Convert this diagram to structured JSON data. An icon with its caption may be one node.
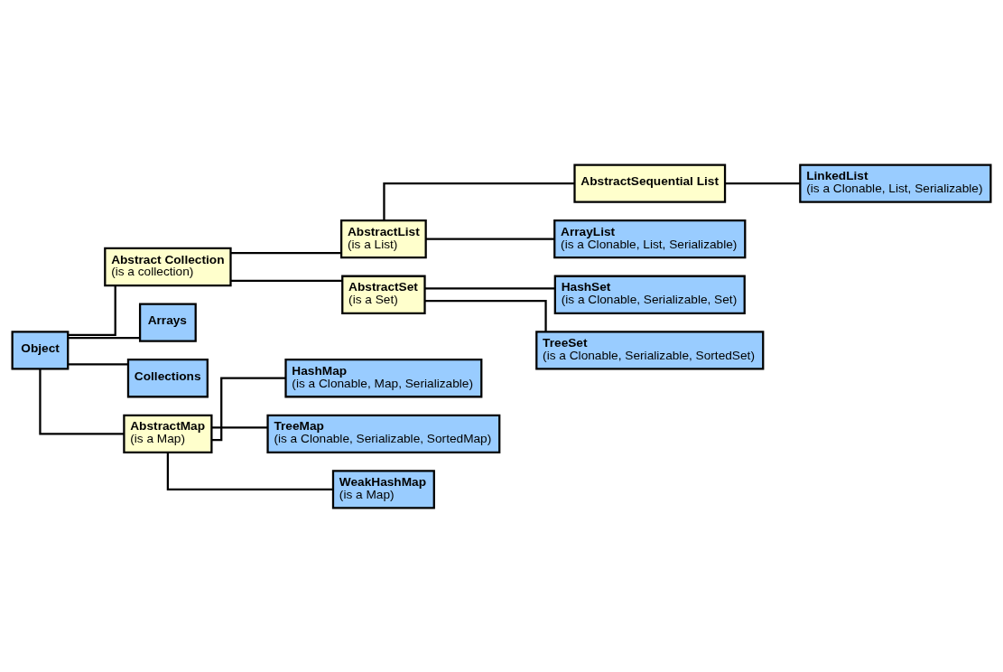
{
  "diagram": {
    "nodes": [
      {
        "text": [
          "Object"
        ]
      },
      {
        "text": [
          "Abstract Collection",
          "(is a collection)"
        ]
      },
      {
        "text": [
          "Arrays"
        ]
      },
      {
        "text": [
          "Collections"
        ]
      },
      {
        "text": [
          "AbstractMap",
          "(is a Map)"
        ]
      },
      {
        "text": [
          "AbstractList",
          "(is a List)"
        ]
      },
      {
        "text": [
          "AbstractSet",
          "(is a Set)"
        ]
      },
      {
        "text": [
          "AbstractSequential List"
        ]
      },
      {
        "text": [
          "ArrayList",
          "(is a Clonable, List, Serializable)"
        ]
      },
      {
        "text": [
          "LinkedList",
          "(is a Clonable, List, Serializable)"
        ]
      },
      {
        "text": [
          "HashSet",
          "(is a Clonable, Serializable, Set)"
        ]
      },
      {
        "text": [
          "TreeSet",
          "(is a Clonable, Serializable, SortedSet)"
        ]
      },
      {
        "text": [
          "HashMap",
          "(is a Clonable, Map, Serializable)"
        ]
      },
      {
        "text": [
          "TreeMap",
          "(is a Clonable, Serializable, SortedMap)"
        ]
      },
      {
        "text": [
          "WeakHashMap",
          "(is a Map)"
        ]
      }
    ],
    "edges": [
      {
        "from": 0,
        "to": 1,
        "arrow": "none"
      },
      {
        "from": 0,
        "to": 2,
        "arrow": "none"
      },
      {
        "from": 0,
        "to": 3,
        "arrow": "none"
      },
      {
        "from": 0,
        "to": 4,
        "arrow": "none"
      },
      {
        "from": 1,
        "to": 5,
        "arrow": "none"
      },
      {
        "from": 1,
        "to": 6,
        "arrow": "none"
      },
      {
        "from": 5,
        "to": 7,
        "arrow": "none"
      },
      {
        "from": 5,
        "to": 8,
        "arrow": "none"
      },
      {
        "from": 7,
        "to": 9,
        "arrow": "none"
      },
      {
        "from": 6,
        "to": 10,
        "arrow": "none"
      },
      {
        "from": 6,
        "to": 11,
        "arrow": "none"
      },
      {
        "from": 4,
        "to": 12,
        "arrow": "none"
      },
      {
        "from": 4,
        "to": 13,
        "arrow": "none"
      },
      {
        "from": 4,
        "to": 14,
        "arrow": "none"
      }
    ]
  }
}
